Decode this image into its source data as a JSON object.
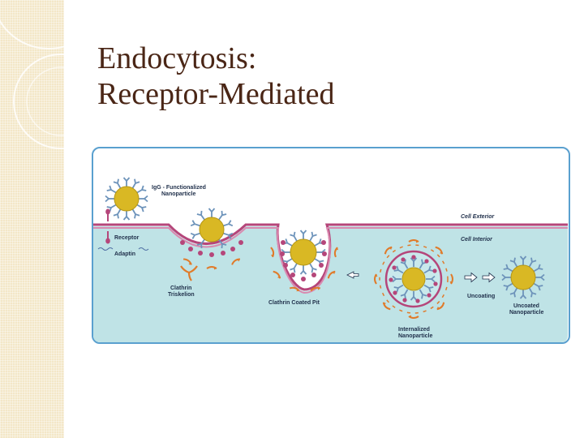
{
  "slide": {
    "title_line1": "Endocytosis:",
    "title_line2": "Receptor-Mediated"
  },
  "figure": {
    "labels": {
      "igg_line1": "IgG - Functionalized",
      "igg_line2": "Nanoparticle",
      "receptor": "Receptor",
      "adaptin": "Adaptin",
      "cell_exterior": "Cell Exterior",
      "cell_interior": "Cell Interior",
      "clathrin_line1": "Clathrin",
      "clathrin_line2": "Triskelion",
      "clathrin_coated_pit": "Clathrin Coated Pit",
      "internalized_line1": "Internalized",
      "internalized_line2": "Nanoparticle",
      "uncoating": "Uncoating",
      "uncoated_line1": "Uncoated",
      "uncoated_line2": "Nanoparticle"
    }
  },
  "colors": {
    "title": "#4a2616",
    "sidebar": "#f3e7c7",
    "exterior": "#ffffff",
    "interior": "#bfe3e6",
    "membrane": "#b5467a",
    "nanoparticle": "#d9b824",
    "antibody": "#6d93ba",
    "clathrin": "#e07b2a",
    "frame": "#5aa0cf"
  }
}
